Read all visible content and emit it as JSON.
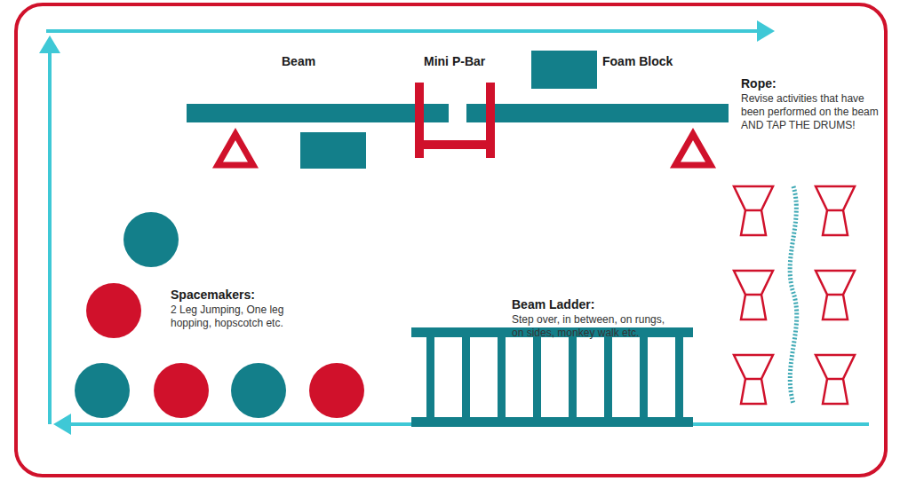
{
  "diagram": {
    "labels": [
      "Beam",
      "Mini P-Bar",
      "Foam Block",
      "Rope:",
      "Revise activities that have been performed on the beam AND TAP THE DRUMS!",
      "Beam Ladder:",
      "Step over, in between, on rungs, on sides, monkey walk etc.",
      "Spacemakers:",
      "2 Leg Jumping, One leg hopping, hopscotch etc."
    ]
  }
}
